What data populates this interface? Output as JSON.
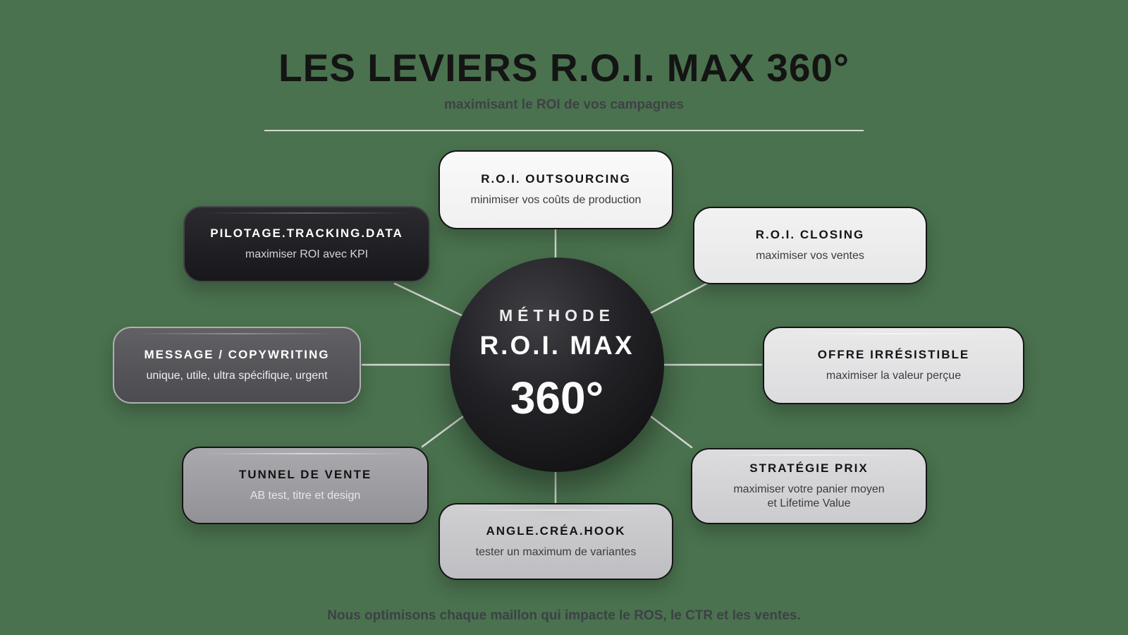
{
  "colors": {
    "background": "#4a724e",
    "circle_fill": "#141417",
    "connector": "#d6d6d6",
    "dark_node": "#1c1c20",
    "light_node": "#f5f5f5"
  },
  "header": {
    "title": "LES LEVIERS R.O.I. MAX 360°",
    "subtitle": "maximisant le ROI de vos campagnes"
  },
  "center": {
    "kicker": "MÉTHODE",
    "name": "R.O.I. MAX",
    "degree": "360°"
  },
  "nodes": [
    {
      "id": "outsourcing",
      "title": "R.O.I. OUTSOURCING",
      "subtitle": "minimiser vos coûts de production"
    },
    {
      "id": "closing",
      "title": "R.O.I. CLOSING",
      "subtitle": "maximiser vos ventes"
    },
    {
      "id": "offre",
      "title": "OFFRE IRRÉSISTIBLE",
      "subtitle": "maximiser la valeur perçue"
    },
    {
      "id": "strategie",
      "title": "STRATÉGIE PRIX",
      "subtitle": "maximiser votre panier moyen",
      "subtitle2": "et Lifetime Value"
    },
    {
      "id": "angle",
      "title": "ANGLE.CRÉA.HOOK",
      "subtitle": "tester un maximum de variantes"
    },
    {
      "id": "tunnel",
      "title": "TUNNEL DE VENTE",
      "subtitle": "AB test, titre et design"
    },
    {
      "id": "message",
      "title": "MESSAGE / COPYWRITING",
      "subtitle": "unique, utile, ultra spécifique, urgent"
    },
    {
      "id": "pilotage",
      "title": "PILOTAGE.TRACKING.DATA",
      "subtitle": "maximiser ROI avec KPI"
    }
  ],
  "footer": {
    "note": "Nous optimisons chaque maillon qui impacte le ROS, le CTR et les ventes."
  }
}
